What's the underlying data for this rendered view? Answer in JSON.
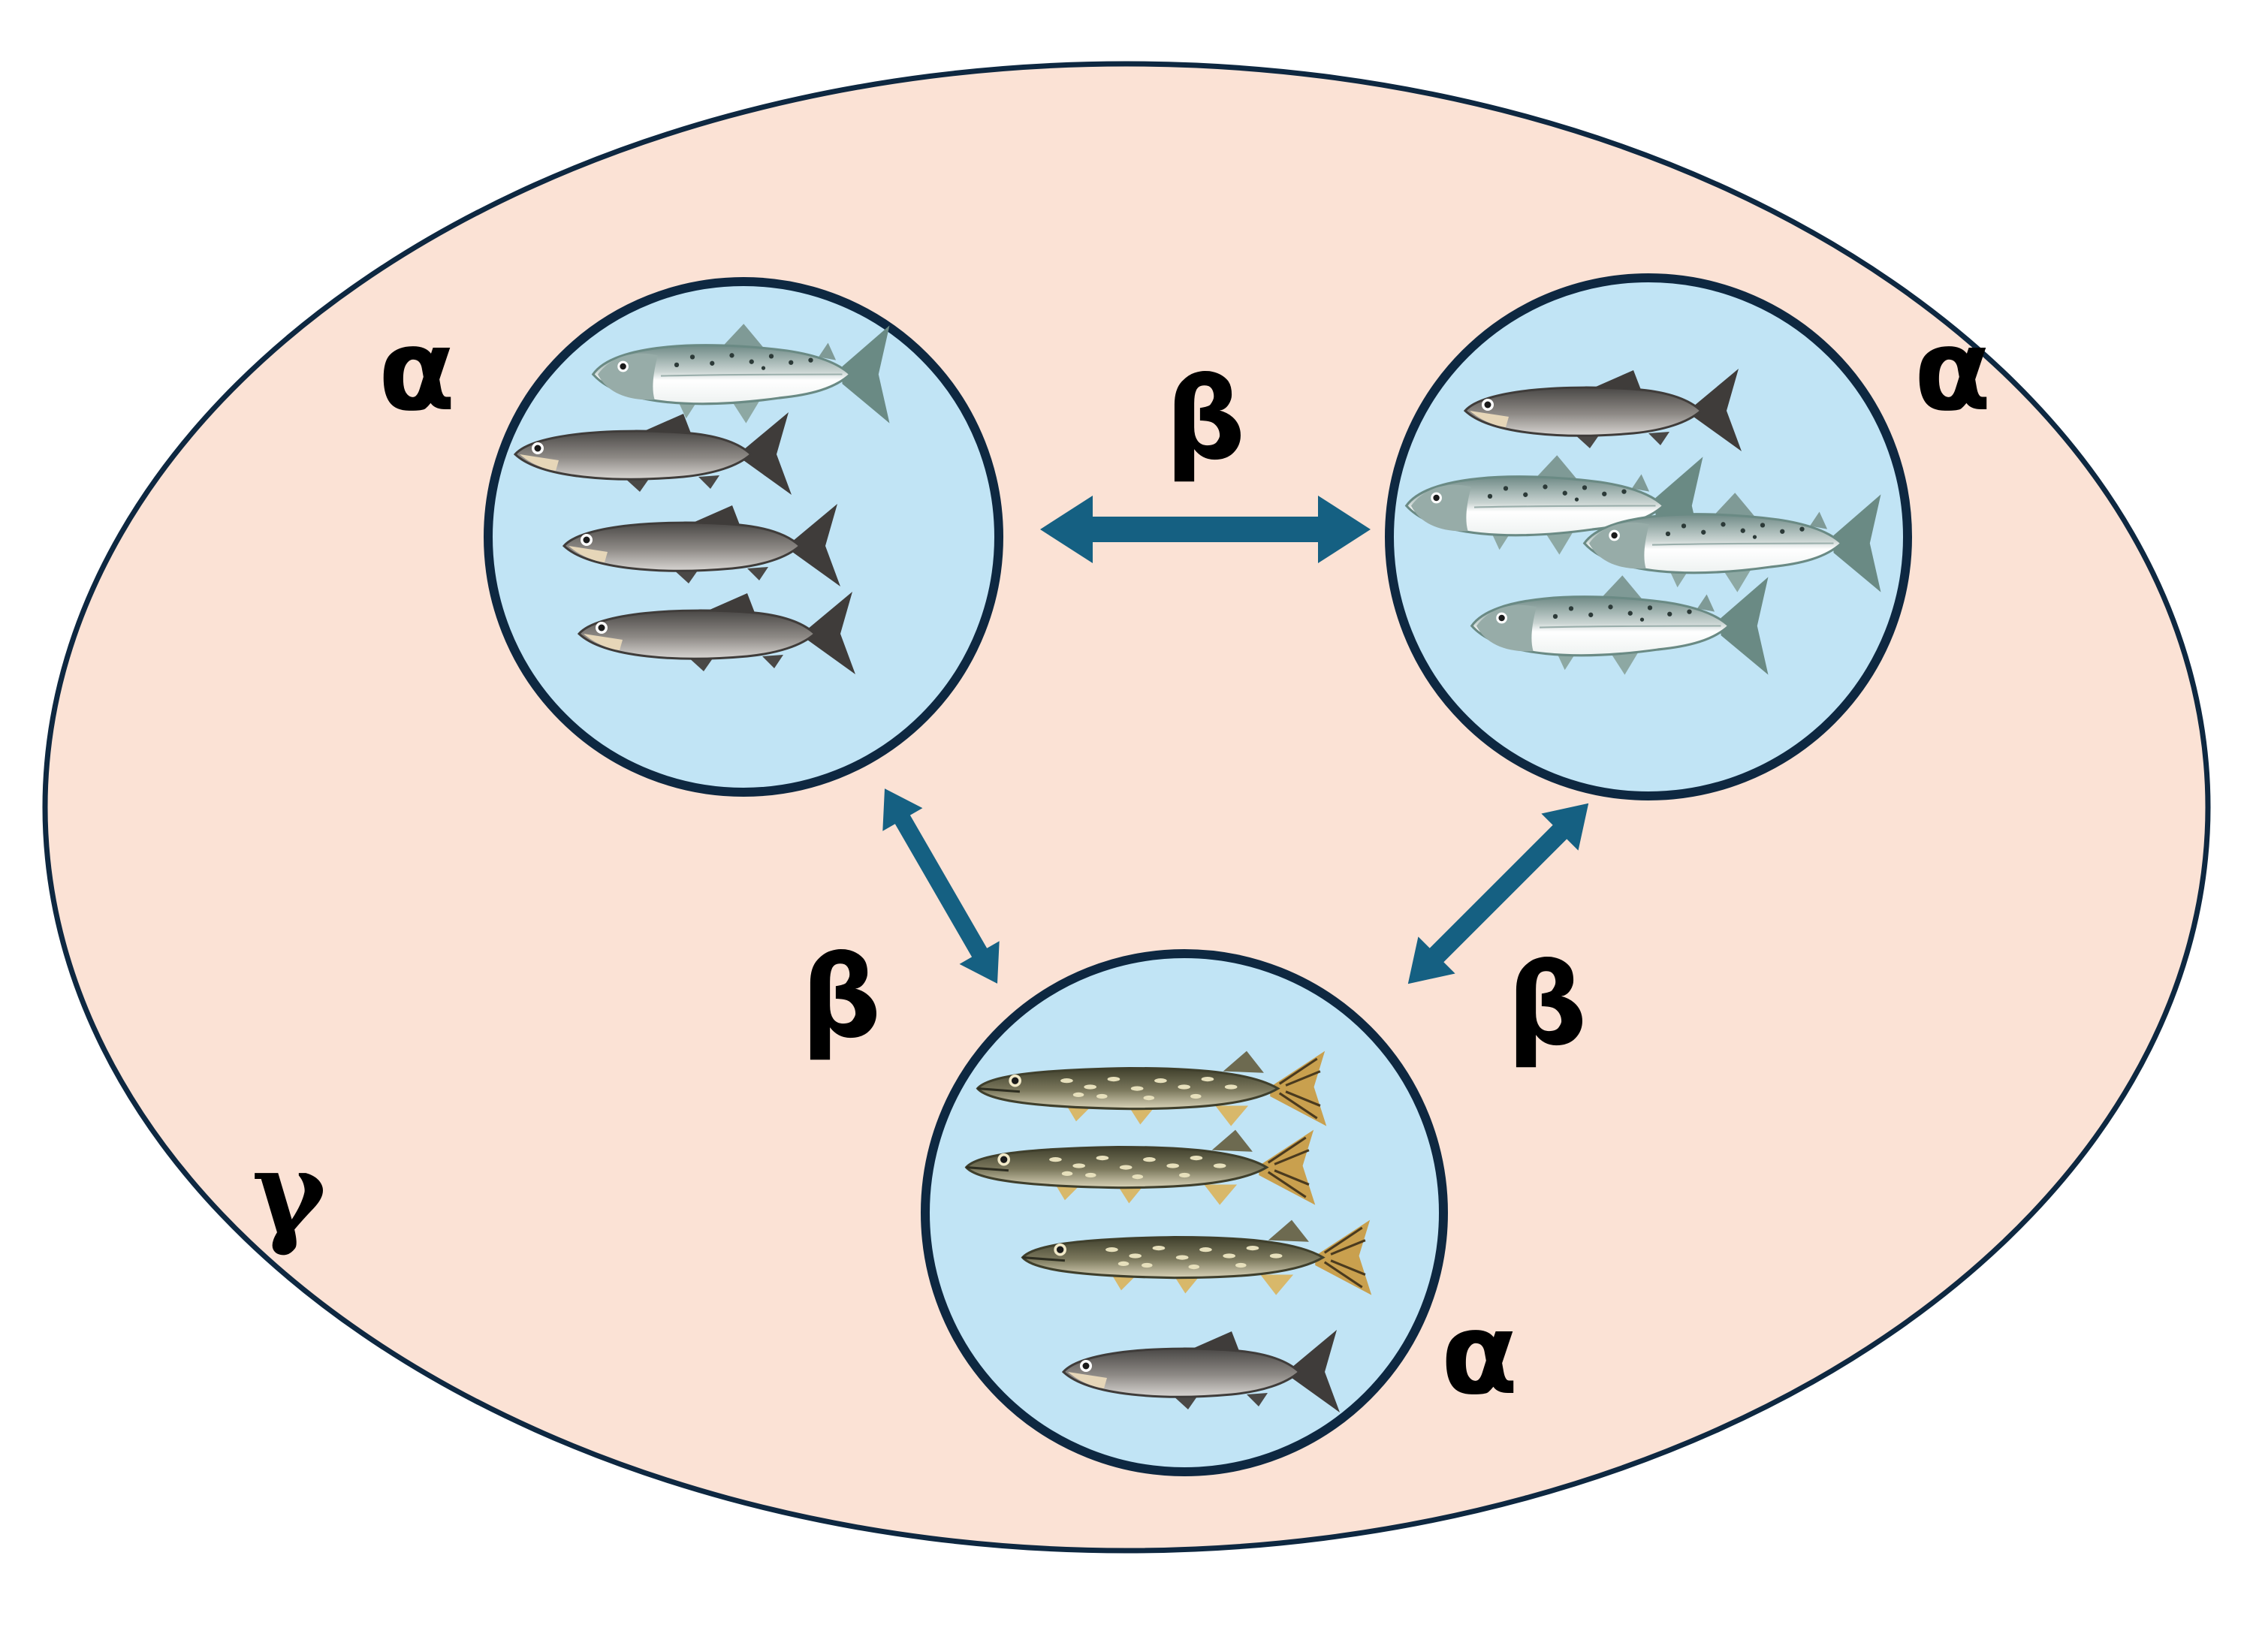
{
  "colors": {
    "region_fill": "#fbe2d5",
    "outline": "#0e2841",
    "community_fill": "#c1e4f5",
    "arrow": "#156082"
  },
  "labels": {
    "gamma": "γ",
    "alpha_top_left": "α",
    "alpha_top_right": "α",
    "alpha_bottom": "α",
    "beta_top": "β",
    "beta_left": "β",
    "beta_right": "β"
  },
  "communities": [
    {
      "id": "top-left",
      "fish": [
        "salmon",
        "whitefish",
        "whitefish",
        "whitefish"
      ]
    },
    {
      "id": "top-right",
      "fish": [
        "whitefish",
        "salmon",
        "salmon",
        "salmon"
      ]
    },
    {
      "id": "bottom",
      "fish": [
        "pike",
        "pike",
        "pike",
        "whitefish"
      ]
    }
  ],
  "icons": {
    "salmon": "salmon-icon",
    "whitefish": "whitefish-icon",
    "pike": "pike-icon",
    "arrow": "double-headed-arrow-icon"
  }
}
